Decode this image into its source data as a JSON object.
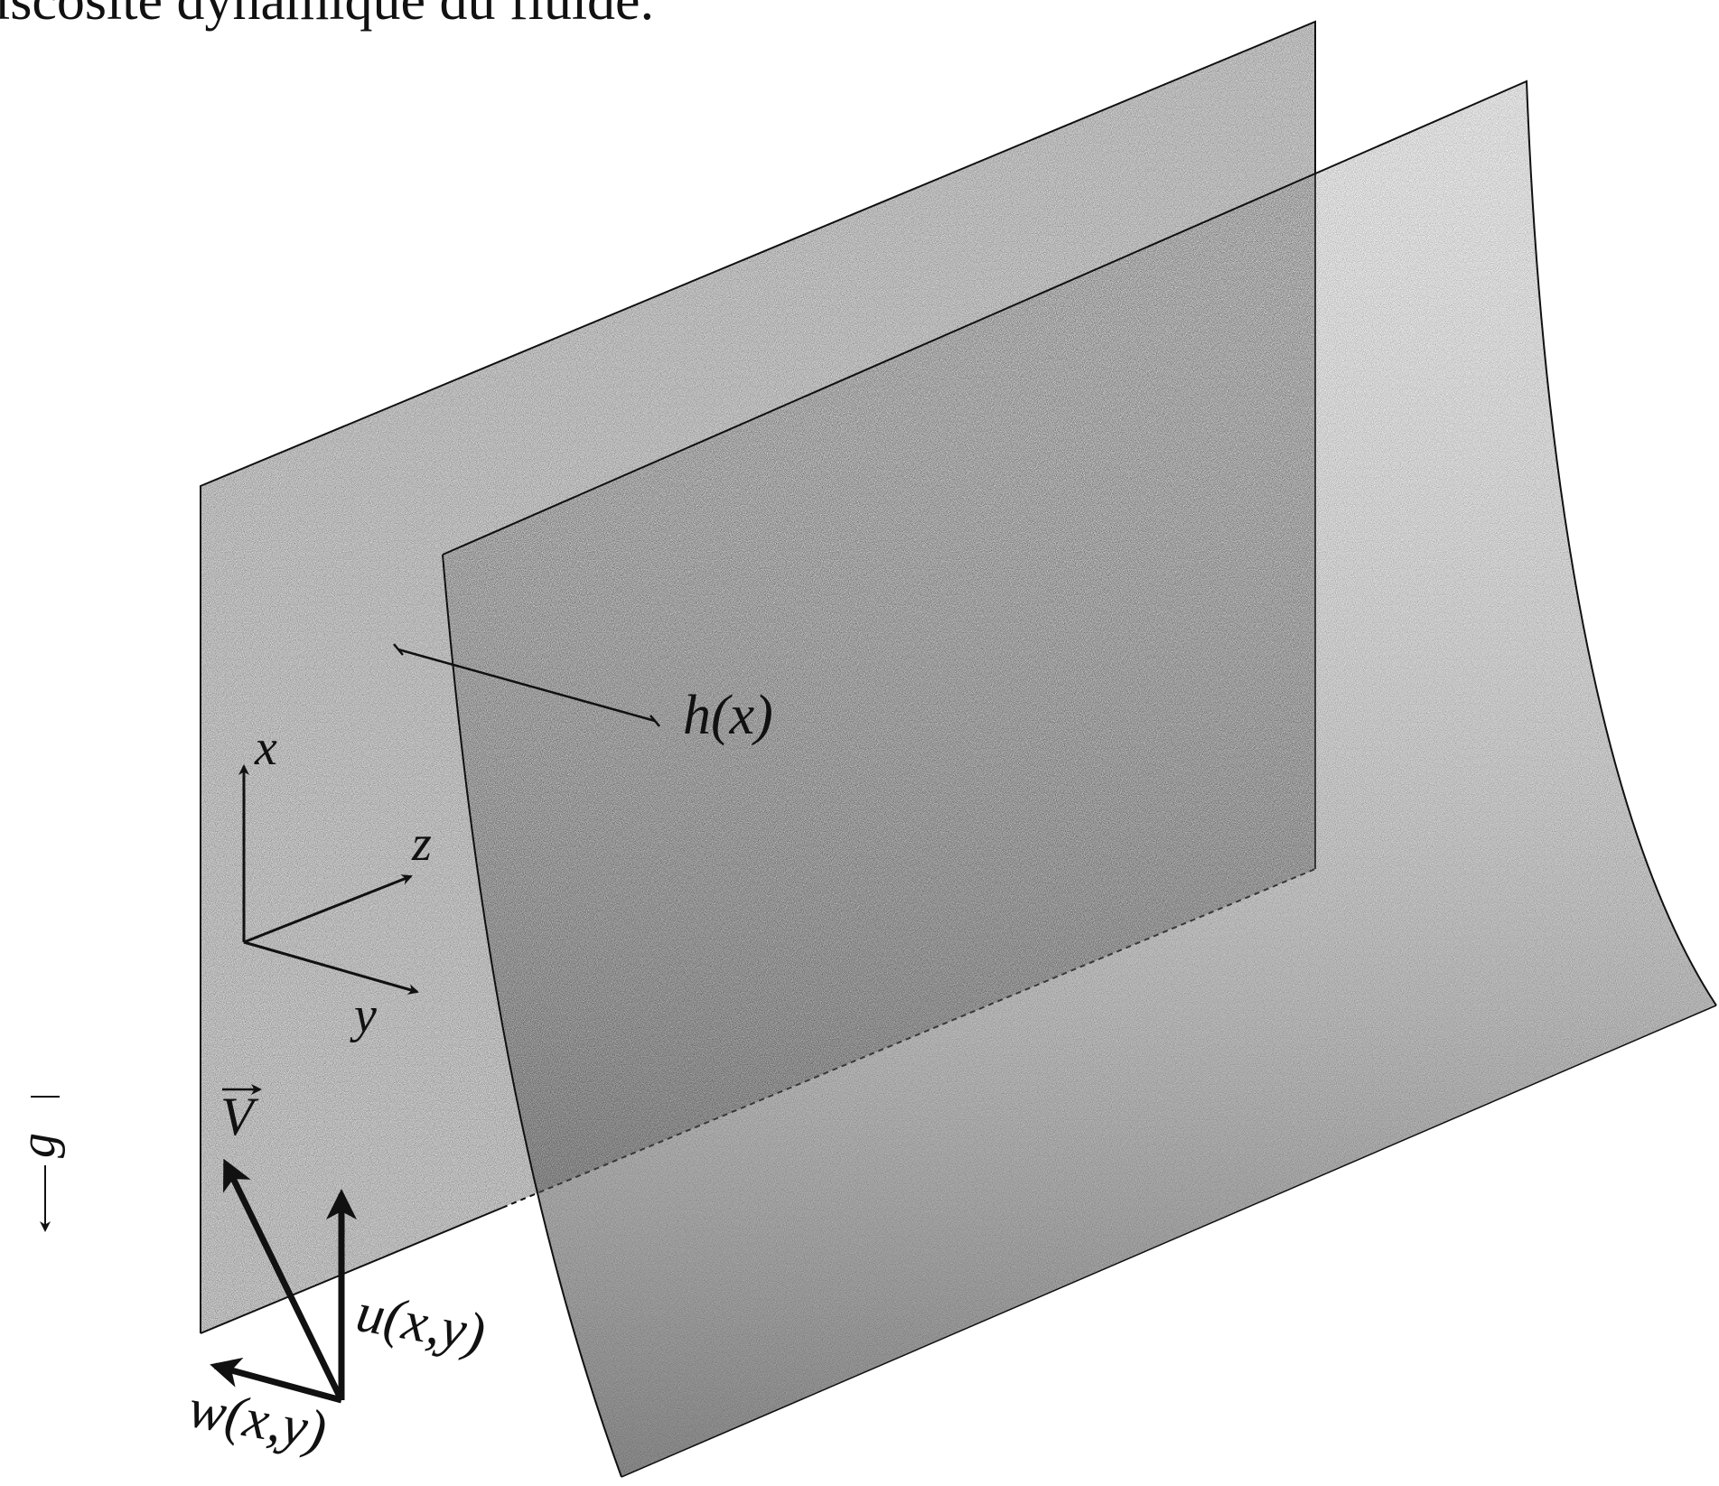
{
  "caption_fragment": "iscosité dynamique du fluide.",
  "labels": {
    "h": "h(x)",
    "x": "x",
    "y": "y",
    "z": "z",
    "v": "V",
    "g": "g",
    "u": "u(x,y)",
    "w": "w(x,y)"
  },
  "icons": {
    "wall": "flat-plate",
    "film": "curved-liquid-film",
    "axes": "xyz-axes",
    "gravity": "arrow-down"
  }
}
